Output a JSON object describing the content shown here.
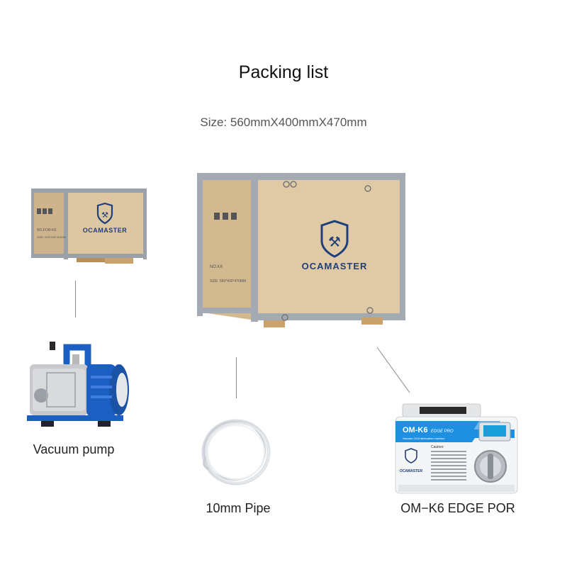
{
  "page": {
    "title": "Packing list",
    "size_text": "Size: 560mmX400mmX470mm"
  },
  "items": {
    "vacuum_pump": {
      "label": "Vacuum pump"
    },
    "pipe": {
      "label": "10mm Pipe"
    },
    "machine": {
      "label": "OM−K6 EDGE POR"
    }
  },
  "branding": {
    "logo_text": "OCAMASTER",
    "crate_tag_no": "NO.K6",
    "crate_tag_size": "SIZE: 560*400*470MM",
    "small_crate_tag_no": "NO.FOR-K6",
    "small_crate_tag_size": "SIZE: 430*290*310MM",
    "machine_model": "OM-K6",
    "machine_subtitle": "EDGE PRO",
    "machine_desc": "Vacuum OCA lamination machine",
    "machine_caution": "Caution:"
  },
  "colors": {
    "wood": "#ddc6a2",
    "metal": "#9aa1a8",
    "brand_blue": "#1f3e7a",
    "pump_blue": "#1b5fc2",
    "machine_blue": "#1f8fe0"
  }
}
